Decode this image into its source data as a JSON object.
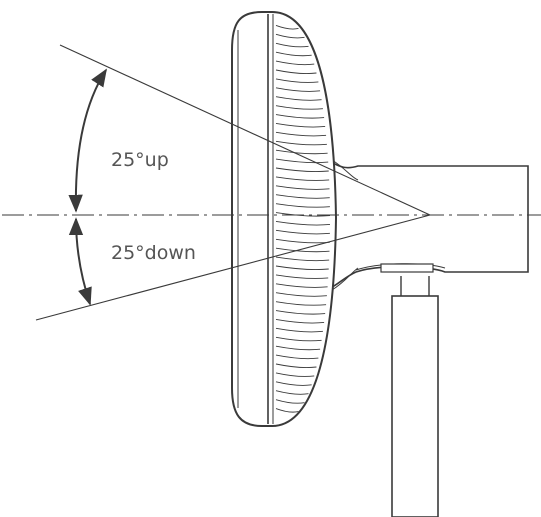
{
  "labels": {
    "up": "25°up",
    "down": "25°down"
  },
  "tilt": {
    "up_degrees": 25,
    "down_degrees": 25
  },
  "colors": {
    "line": "#3a3a3a",
    "text": "#555555",
    "background": "#ffffff"
  }
}
